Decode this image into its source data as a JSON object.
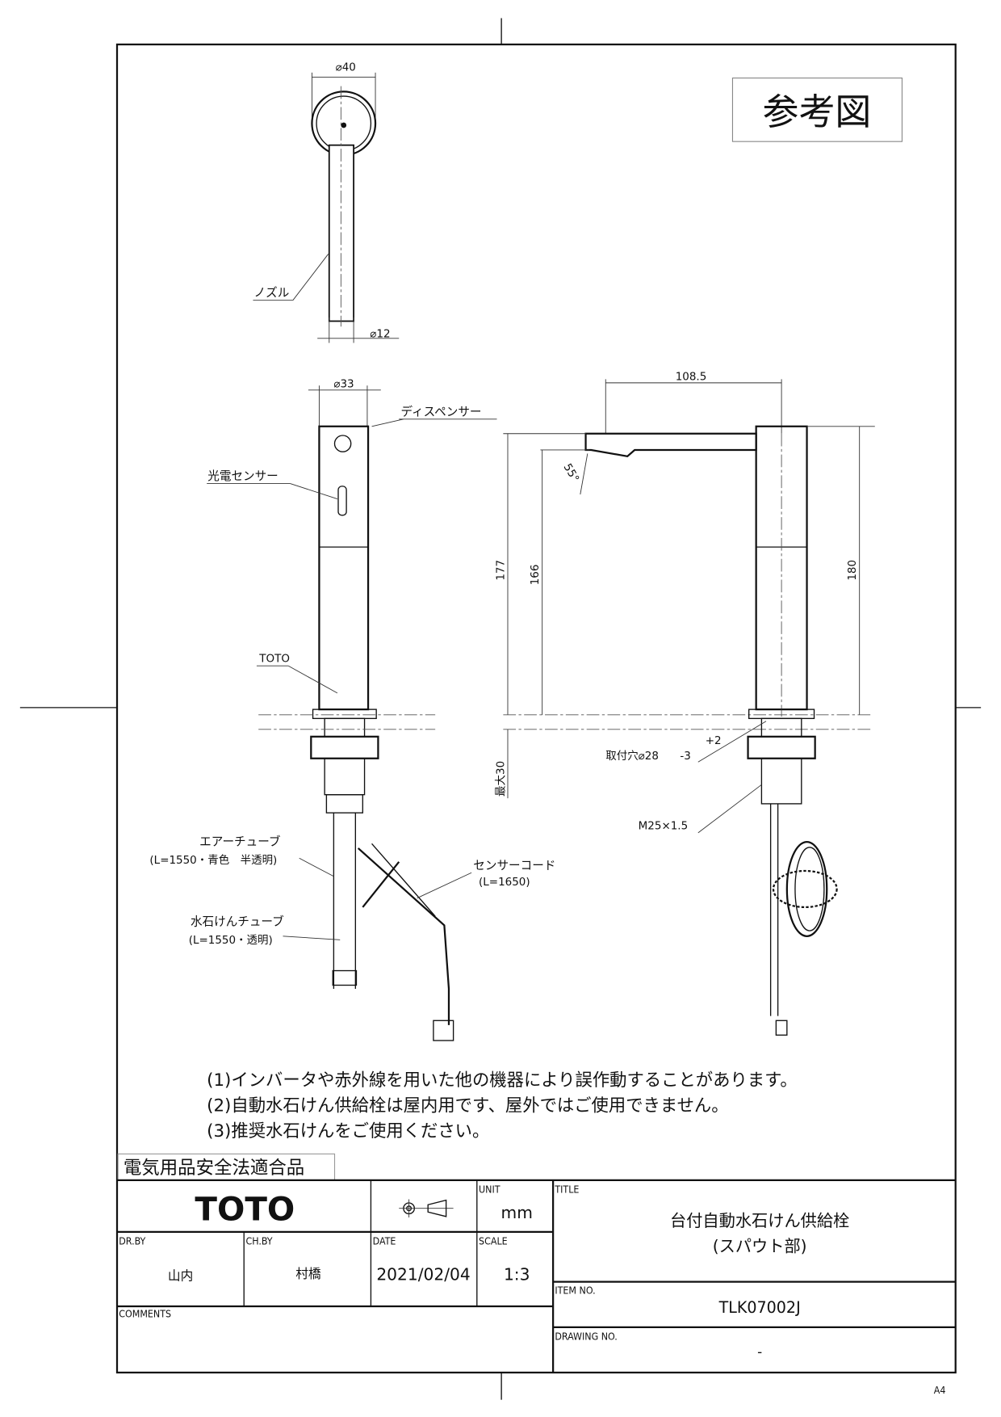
{
  "stamp": "参考図",
  "top_view": {
    "diameter_head": "⌀40",
    "nozzle_label": "ノズル",
    "diameter_nozzle": "⌀12"
  },
  "front_view": {
    "diameter_body": "⌀33",
    "dispenser_label": "ディスペンサー",
    "sensor_label": "光電センサー",
    "logo_label": "TOTO",
    "air_tube_label": "エアーチューブ",
    "air_tube_spec": "(L=1550・青色　半透明)",
    "soap_tube_label": "水石けんチューブ",
    "soap_tube_spec": "(L=1550・透明)",
    "sensor_cord_label": "センサーコード",
    "sensor_cord_spec": "(L=1650)"
  },
  "side_view": {
    "reach": "108.5",
    "angle": "55°",
    "height_177": "177",
    "height_166": "166",
    "height_180": "180",
    "max_deck": "最大30",
    "hole_label": "取付穴⌀28",
    "hole_tol_plus": "+2",
    "hole_tol_minus": "-3",
    "thread": "M25×1.5"
  },
  "notes": [
    "(1)インバータや赤外線を用いた他の機器により誤作動することがあります。",
    "(2)自動水石けん供給栓は屋内用です、屋外ではご使用できません。",
    "(3)推奨水石けんをご使用ください。"
  ],
  "title_block": {
    "compliance": "電気用品安全法適合品",
    "brand": "TOTO",
    "unit_label": "UNIT",
    "unit": "mm",
    "title_label": "TITLE",
    "title_line1": "台付自動水石けん供給栓",
    "title_line2": "(スパウト部)",
    "drawn_by_label": "DR.BY",
    "drawn_by": "山内",
    "checked_by_label": "CH.BY",
    "checked_by": "村橋",
    "date_label": "DATE",
    "date": "2021/02/04",
    "scale_label": "SCALE",
    "scale": "1:3",
    "item_no_label": "ITEM NO.",
    "item_no": "TLK07002J",
    "comments_label": "COMMENTS",
    "drawing_no_label": "DRAWING NO.",
    "drawing_no": "-",
    "paper_size": "A4"
  }
}
